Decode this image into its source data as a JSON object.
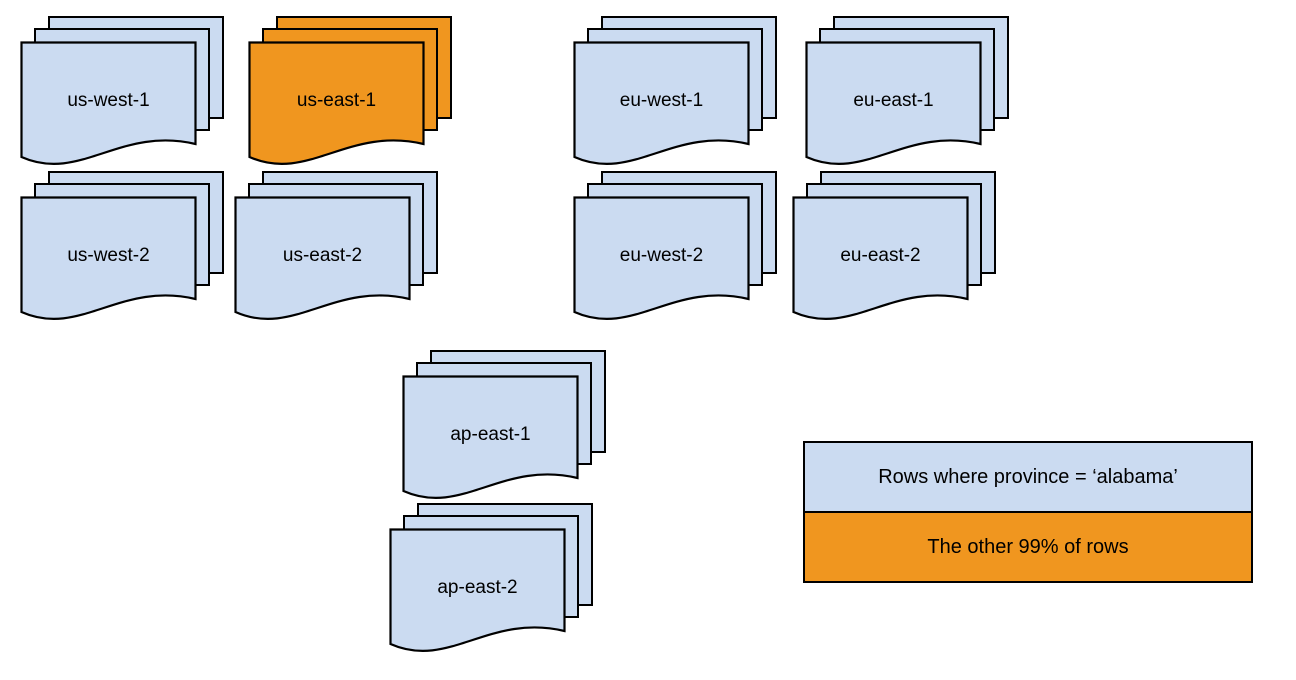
{
  "stacks": [
    {
      "id": "us-west-1",
      "label": "us-west-1",
      "variant": "blue"
    },
    {
      "id": "us-east-1",
      "label": "us-east-1",
      "variant": "orange"
    },
    {
      "id": "eu-west-1",
      "label": "eu-west-1",
      "variant": "blue"
    },
    {
      "id": "eu-east-1",
      "label": "eu-east-1",
      "variant": "blue"
    },
    {
      "id": "us-west-2",
      "label": "us-west-2",
      "variant": "blue"
    },
    {
      "id": "us-east-2",
      "label": "us-east-2",
      "variant": "blue"
    },
    {
      "id": "eu-west-2",
      "label": "eu-west-2",
      "variant": "blue"
    },
    {
      "id": "eu-east-2",
      "label": "eu-east-2",
      "variant": "blue"
    },
    {
      "id": "ap-east-1",
      "label": "ap-east-1",
      "variant": "blue"
    },
    {
      "id": "ap-east-2",
      "label": "ap-east-2",
      "variant": "blue"
    }
  ],
  "legend": {
    "rows": [
      {
        "label": "Rows where province = ‘alabama’",
        "variant": "blue"
      },
      {
        "label": "The other 99% of rows",
        "variant": "orange"
      }
    ]
  },
  "colors": {
    "blue": "#cbdbf1",
    "orange": "#f0961f",
    "stroke": "#000000",
    "background": "#ffffff"
  }
}
